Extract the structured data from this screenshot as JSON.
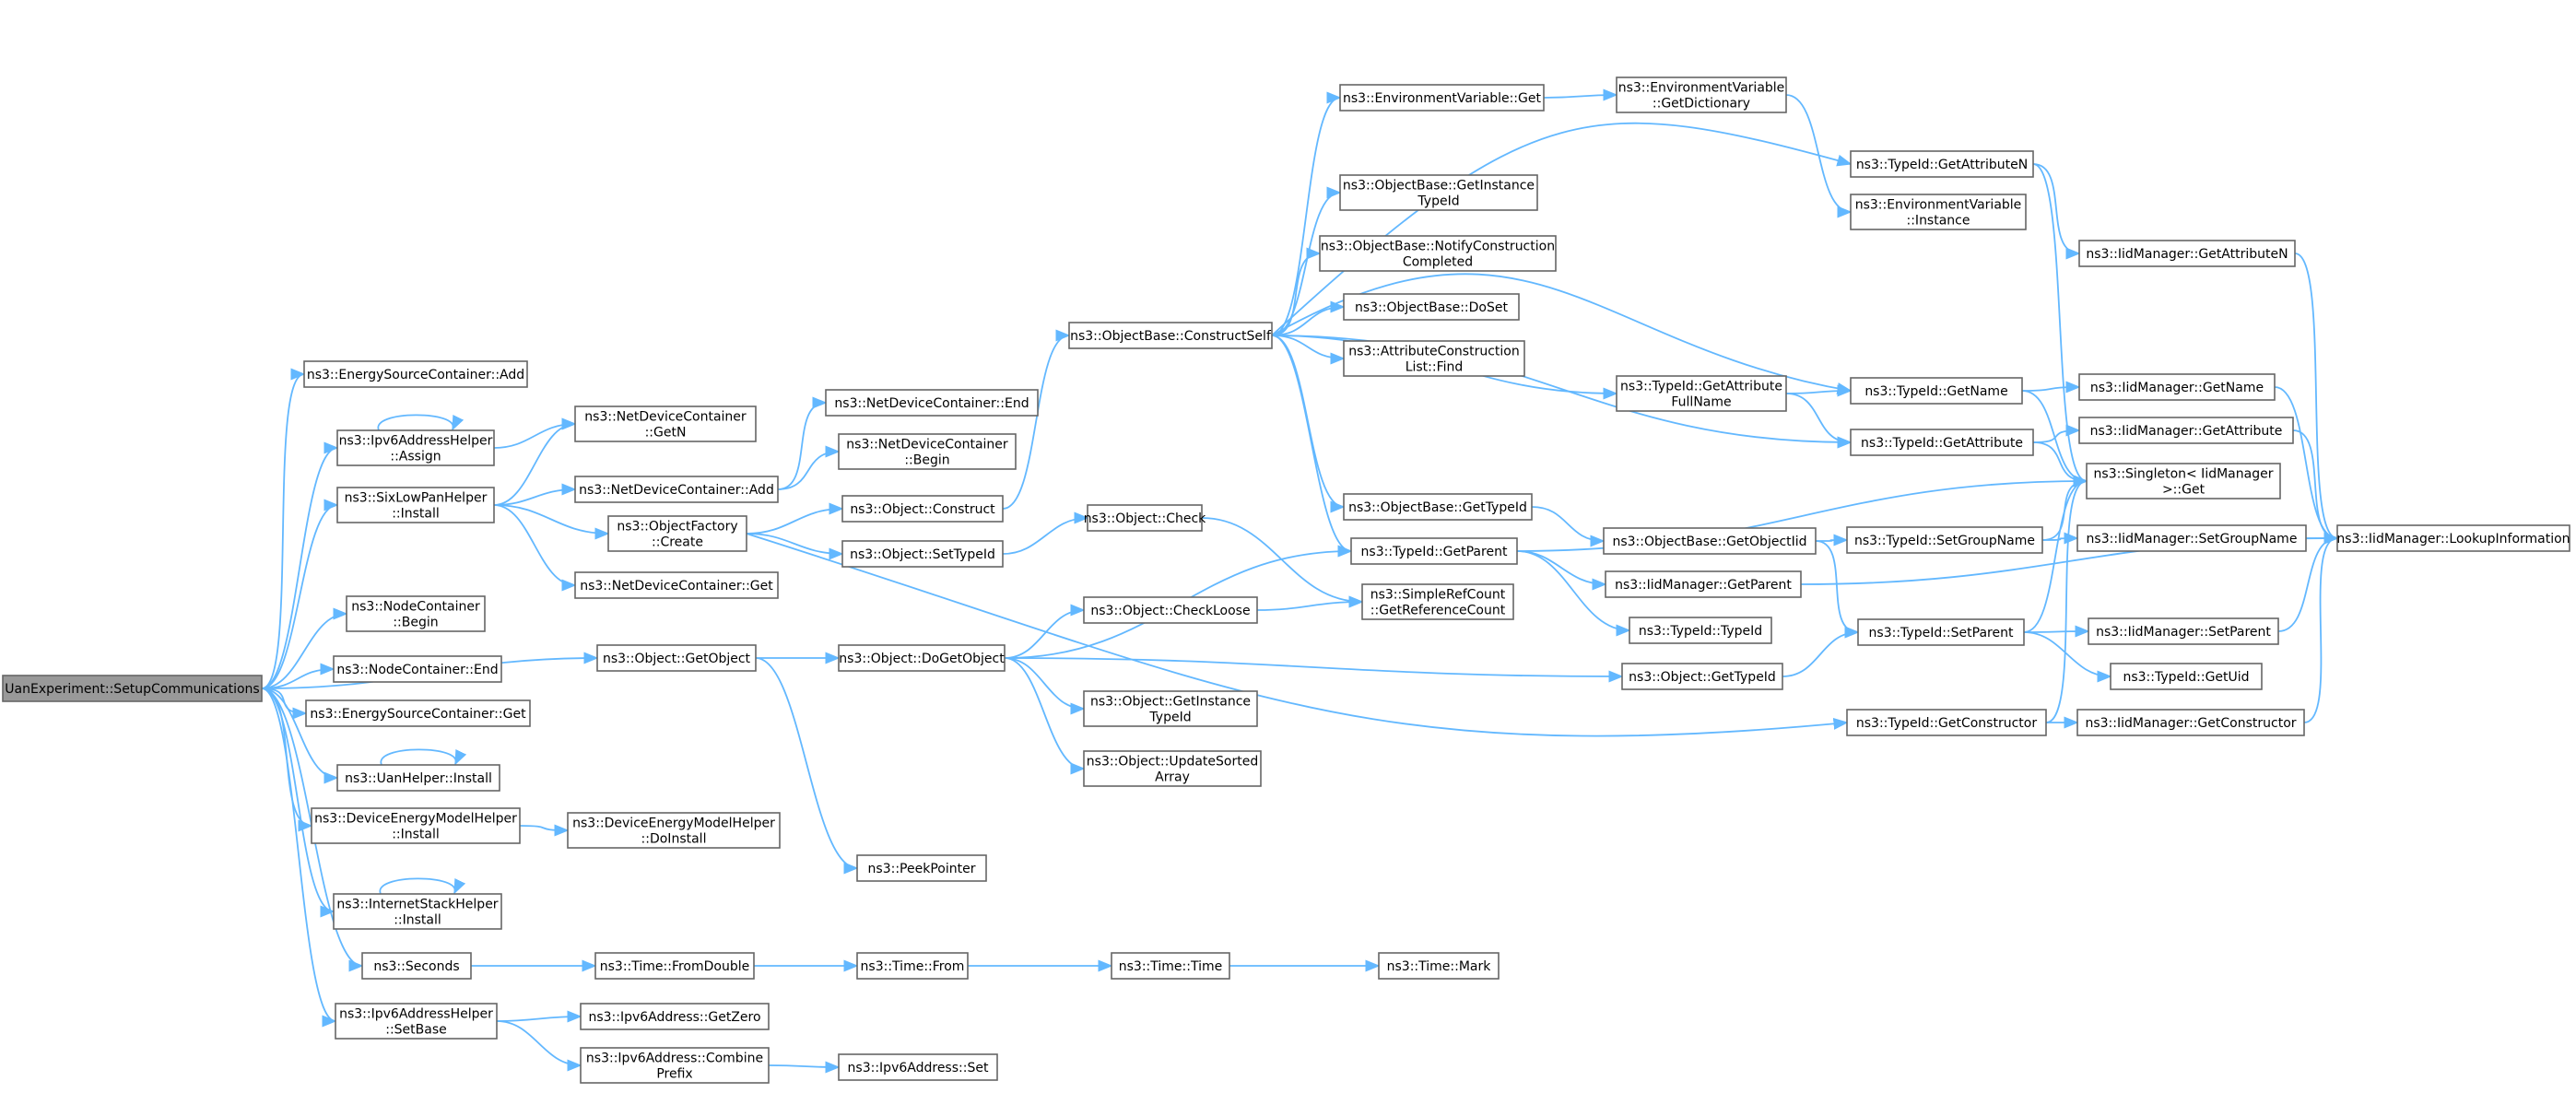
{
  "graph": {
    "edge_color": "#63b8ff",
    "root_fill": "#999999",
    "node_border": "#666666",
    "nodes": [
      {
        "id": "root",
        "lines": [
          "UanExperiment::SetupCommunications"
        ],
        "root": true
      },
      {
        "id": "esc_add",
        "lines": [
          "ns3::EnergySourceContainer::Add"
        ]
      },
      {
        "id": "ipv6_assign",
        "lines": [
          "ns3::Ipv6AddressHelper",
          "::Assign"
        ]
      },
      {
        "id": "sixlow",
        "lines": [
          "ns3::SixLowPanHelper",
          "::Install"
        ]
      },
      {
        "id": "nc_begin",
        "lines": [
          "ns3::NodeContainer",
          "::Begin"
        ]
      },
      {
        "id": "nc_end",
        "lines": [
          "ns3::NodeContainer::End"
        ]
      },
      {
        "id": "esc_get",
        "lines": [
          "ns3::EnergySourceContainer::Get"
        ]
      },
      {
        "id": "uan_install",
        "lines": [
          "ns3::UanHelper::Install"
        ]
      },
      {
        "id": "dem_install",
        "lines": [
          "ns3::DeviceEnergyModelHelper",
          "::Install"
        ]
      },
      {
        "id": "ish_install",
        "lines": [
          "ns3::InternetStackHelper",
          "::Install"
        ]
      },
      {
        "id": "seconds",
        "lines": [
          "ns3::Seconds"
        ]
      },
      {
        "id": "ipv6_setbase",
        "lines": [
          "ns3::Ipv6AddressHelper",
          "::SetBase"
        ]
      },
      {
        "id": "ndc_getn",
        "lines": [
          "ns3::NetDeviceContainer",
          "::GetN"
        ]
      },
      {
        "id": "ndc_add",
        "lines": [
          "ns3::NetDeviceContainer::Add"
        ]
      },
      {
        "id": "of_create",
        "lines": [
          "ns3::ObjectFactory",
          "::Create"
        ]
      },
      {
        "id": "ndc_get",
        "lines": [
          "ns3::NetDeviceContainer::Get"
        ]
      },
      {
        "id": "obj_getobject",
        "lines": [
          "ns3::Object::GetObject"
        ]
      },
      {
        "id": "dem_doinstall",
        "lines": [
          "ns3::DeviceEnergyModelHelper",
          "::DoInstall"
        ]
      },
      {
        "id": "time_fromdouble",
        "lines": [
          "ns3::Time::FromDouble"
        ]
      },
      {
        "id": "ipv6_getzero",
        "lines": [
          "ns3::Ipv6Address::GetZero"
        ]
      },
      {
        "id": "ipv6_combine",
        "lines": [
          "ns3::Ipv6Address::Combine",
          "Prefix"
        ]
      },
      {
        "id": "ndc_end",
        "lines": [
          "ns3::NetDeviceContainer::End"
        ]
      },
      {
        "id": "ndc_begin",
        "lines": [
          "ns3::NetDeviceContainer",
          "::Begin"
        ]
      },
      {
        "id": "obj_construct",
        "lines": [
          "ns3::Object::Construct"
        ]
      },
      {
        "id": "obj_settypeid",
        "lines": [
          "ns3::Object::SetTypeId"
        ]
      },
      {
        "id": "obj_dogetobject",
        "lines": [
          "ns3::Object::DoGetObject"
        ]
      },
      {
        "id": "peekpointer",
        "lines": [
          "ns3::PeekPointer"
        ]
      },
      {
        "id": "time_from",
        "lines": [
          "ns3::Time::From"
        ]
      },
      {
        "id": "ipv6_set",
        "lines": [
          "ns3::Ipv6Address::Set"
        ]
      },
      {
        "id": "ob_constructself",
        "lines": [
          "ns3::ObjectBase::ConstructSelf"
        ]
      },
      {
        "id": "obj_check",
        "lines": [
          "ns3::Object::Check"
        ]
      },
      {
        "id": "obj_checkloose",
        "lines": [
          "ns3::Object::CheckLoose"
        ]
      },
      {
        "id": "obj_getinstancetypeid",
        "lines": [
          "ns3::Object::GetInstance",
          "TypeId"
        ]
      },
      {
        "id": "obj_updatesorted",
        "lines": [
          "ns3::Object::UpdateSorted",
          "Array"
        ]
      },
      {
        "id": "time_time",
        "lines": [
          "ns3::Time::Time"
        ]
      },
      {
        "id": "ev_get",
        "lines": [
          "ns3::EnvironmentVariable::Get"
        ]
      },
      {
        "id": "ob_getinstancetypeid",
        "lines": [
          "ns3::ObjectBase::GetInstance",
          "TypeId"
        ]
      },
      {
        "id": "ob_notify",
        "lines": [
          "ns3::ObjectBase::NotifyConstruction",
          "Completed"
        ]
      },
      {
        "id": "ob_doset",
        "lines": [
          "ns3::ObjectBase::DoSet"
        ]
      },
      {
        "id": "acl_find",
        "lines": [
          "ns3::AttributeConstruction",
          "List::Find"
        ]
      },
      {
        "id": "ob_gettypeid",
        "lines": [
          "ns3::ObjectBase::GetTypeId"
        ]
      },
      {
        "id": "tid_getparent",
        "lines": [
          "ns3::TypeId::GetParent"
        ]
      },
      {
        "id": "src_getrefcount",
        "lines": [
          "ns3::SimpleRefCount",
          "::GetReferenceCount"
        ]
      },
      {
        "id": "time_mark",
        "lines": [
          "ns3::Time::Mark"
        ]
      },
      {
        "id": "ev_getdict",
        "lines": [
          "ns3::EnvironmentVariable",
          "::GetDictionary"
        ]
      },
      {
        "id": "tid_getattrfullname",
        "lines": [
          "ns3::TypeId::GetAttribute",
          "FullName"
        ]
      },
      {
        "id": "ob_getobjectiid",
        "lines": [
          "ns3::ObjectBase::GetObjectIid"
        ]
      },
      {
        "id": "iid_getparent",
        "lines": [
          "ns3::IidManager::GetParent"
        ]
      },
      {
        "id": "tid_typeid",
        "lines": [
          "ns3::TypeId::TypeId"
        ]
      },
      {
        "id": "obj_gettypeid",
        "lines": [
          "ns3::Object::GetTypeId"
        ]
      },
      {
        "id": "ev_instance",
        "lines": [
          "ns3::EnvironmentVariable",
          "::Instance"
        ]
      },
      {
        "id": "tid_getattributen",
        "lines": [
          "ns3::TypeId::GetAttributeN"
        ]
      },
      {
        "id": "tid_getname",
        "lines": [
          "ns3::TypeId::GetName"
        ]
      },
      {
        "id": "tid_getattribute",
        "lines": [
          "ns3::TypeId::GetAttribute"
        ]
      },
      {
        "id": "tid_setgroupname",
        "lines": [
          "ns3::TypeId::SetGroupName"
        ]
      },
      {
        "id": "tid_setparent",
        "lines": [
          "ns3::TypeId::SetParent"
        ]
      },
      {
        "id": "tid_getconstructor",
        "lines": [
          "ns3::TypeId::GetConstructor"
        ]
      },
      {
        "id": "iid_getattributen",
        "lines": [
          "ns3::IidManager::GetAttributeN"
        ]
      },
      {
        "id": "iid_getname",
        "lines": [
          "ns3::IidManager::GetName"
        ]
      },
      {
        "id": "iid_getattribute",
        "lines": [
          "ns3::IidManager::GetAttribute"
        ]
      },
      {
        "id": "singleton_get",
        "lines": [
          "ns3::Singleton< IidManager",
          "  >::Get"
        ]
      },
      {
        "id": "iid_setgroupname",
        "lines": [
          "ns3::IidManager::SetGroupName"
        ]
      },
      {
        "id": "iid_setparent",
        "lines": [
          "ns3::IidManager::SetParent"
        ]
      },
      {
        "id": "tid_getuid",
        "lines": [
          "ns3::TypeId::GetUid"
        ]
      },
      {
        "id": "iid_getconstructor",
        "lines": [
          "ns3::IidManager::GetConstructor"
        ]
      },
      {
        "id": "iid_lookup",
        "lines": [
          "ns3::IidManager::LookupInformation"
        ]
      }
    ],
    "edges": [
      [
        "root",
        "esc_add"
      ],
      [
        "root",
        "ipv6_assign"
      ],
      [
        "root",
        "sixlow"
      ],
      [
        "root",
        "nc_begin"
      ],
      [
        "root",
        "nc_end"
      ],
      [
        "root",
        "esc_get"
      ],
      [
        "root",
        "uan_install"
      ],
      [
        "root",
        "dem_install"
      ],
      [
        "root",
        "ish_install"
      ],
      [
        "root",
        "seconds"
      ],
      [
        "root",
        "ipv6_setbase"
      ],
      [
        "root",
        "obj_getobject"
      ],
      [
        "ipv6_assign",
        "ipv6_assign"
      ],
      [
        "ipv6_assign",
        "ndc_getn"
      ],
      [
        "sixlow",
        "ndc_getn"
      ],
      [
        "sixlow",
        "ndc_add"
      ],
      [
        "sixlow",
        "of_create"
      ],
      [
        "sixlow",
        "ndc_get"
      ],
      [
        "uan_install",
        "uan_install"
      ],
      [
        "ish_install",
        "ish_install"
      ],
      [
        "dem_install",
        "dem_doinstall"
      ],
      [
        "seconds",
        "time_fromdouble"
      ],
      [
        "ipv6_setbase",
        "ipv6_getzero"
      ],
      [
        "ipv6_setbase",
        "ipv6_combine"
      ],
      [
        "ndc_add",
        "ndc_end"
      ],
      [
        "ndc_add",
        "ndc_begin"
      ],
      [
        "of_create",
        "obj_construct"
      ],
      [
        "of_create",
        "obj_settypeid"
      ],
      [
        "of_create",
        "tid_getconstructor"
      ],
      [
        "obj_getobject",
        "obj_dogetobject"
      ],
      [
        "obj_getobject",
        "peekpointer"
      ],
      [
        "time_fromdouble",
        "time_from"
      ],
      [
        "ipv6_combine",
        "ipv6_set"
      ],
      [
        "obj_construct",
        "ob_constructself"
      ],
      [
        "obj_settypeid",
        "obj_check"
      ],
      [
        "obj_dogetobject",
        "obj_checkloose"
      ],
      [
        "obj_dogetobject",
        "obj_getinstancetypeid"
      ],
      [
        "obj_dogetobject",
        "obj_updatesorted"
      ],
      [
        "obj_dogetobject",
        "tid_getparent"
      ],
      [
        "obj_dogetobject",
        "obj_gettypeid"
      ],
      [
        "time_from",
        "time_time"
      ],
      [
        "ob_constructself",
        "ev_get"
      ],
      [
        "ob_constructself",
        "ob_getinstancetypeid"
      ],
      [
        "ob_constructself",
        "ob_notify"
      ],
      [
        "ob_constructself",
        "ob_doset"
      ],
      [
        "ob_constructself",
        "acl_find"
      ],
      [
        "ob_constructself",
        "ob_gettypeid"
      ],
      [
        "ob_constructself",
        "tid_getparent"
      ],
      [
        "ob_constructself",
        "tid_getattrfullname"
      ],
      [
        "ob_constructself",
        "tid_getattributen"
      ],
      [
        "ob_constructself",
        "tid_getname"
      ],
      [
        "ob_constructself",
        "tid_getattribute"
      ],
      [
        "obj_check",
        "src_getrefcount"
      ],
      [
        "obj_checkloose",
        "src_getrefcount"
      ],
      [
        "time_time",
        "time_mark"
      ],
      [
        "ev_get",
        "ev_getdict"
      ],
      [
        "ob_gettypeid",
        "ob_getobjectiid"
      ],
      [
        "tid_getparent",
        "iid_getparent"
      ],
      [
        "tid_getparent",
        "tid_typeid"
      ],
      [
        "tid_getparent",
        "singleton_get"
      ],
      [
        "ev_getdict",
        "ev_instance"
      ],
      [
        "tid_getattrfullname",
        "tid_getname"
      ],
      [
        "tid_getattrfullname",
        "tid_getattribute"
      ],
      [
        "ob_getobjectiid",
        "tid_setgroupname"
      ],
      [
        "ob_getobjectiid",
        "tid_setparent"
      ],
      [
        "iid_getparent",
        "iid_lookup"
      ],
      [
        "obj_gettypeid",
        "tid_setparent"
      ],
      [
        "tid_getattributen",
        "iid_getattributen"
      ],
      [
        "tid_getattributen",
        "singleton_get"
      ],
      [
        "tid_getname",
        "iid_getname"
      ],
      [
        "tid_getname",
        "singleton_get"
      ],
      [
        "tid_getattribute",
        "iid_getattribute"
      ],
      [
        "tid_getattribute",
        "singleton_get"
      ],
      [
        "tid_setgroupname",
        "iid_setgroupname"
      ],
      [
        "tid_setgroupname",
        "singleton_get"
      ],
      [
        "tid_setparent",
        "iid_setparent"
      ],
      [
        "tid_setparent",
        "tid_getuid"
      ],
      [
        "tid_setparent",
        "singleton_get"
      ],
      [
        "tid_getconstructor",
        "iid_getconstructor"
      ],
      [
        "tid_getconstructor",
        "singleton_get"
      ],
      [
        "iid_getattributen",
        "iid_lookup"
      ],
      [
        "iid_getname",
        "iid_lookup"
      ],
      [
        "iid_getattribute",
        "iid_lookup"
      ],
      [
        "iid_setgroupname",
        "iid_lookup"
      ],
      [
        "iid_setparent",
        "iid_lookup"
      ],
      [
        "iid_getconstructor",
        "iid_lookup"
      ]
    ]
  }
}
